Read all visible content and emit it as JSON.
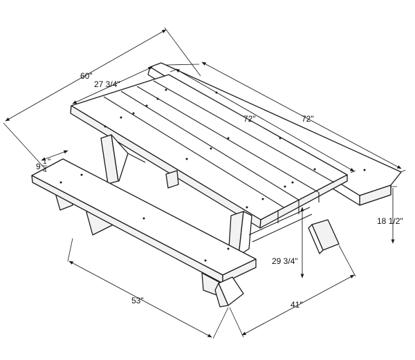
{
  "diagram": {
    "dimensions": {
      "overall_width": "60\"",
      "tabletop_width": "27 3/4\"",
      "bench_width_whole": "9",
      "bench_width_num": "1",
      "bench_width_den": "4",
      "bench_width_unit": "\"",
      "tabletop_length": "72\"",
      "bench_length": "72\"",
      "bench_height": "18 1/2\"",
      "table_height": "29 3/4\"",
      "leg_spread": "53\"",
      "bench_leg_span": "41\""
    }
  }
}
